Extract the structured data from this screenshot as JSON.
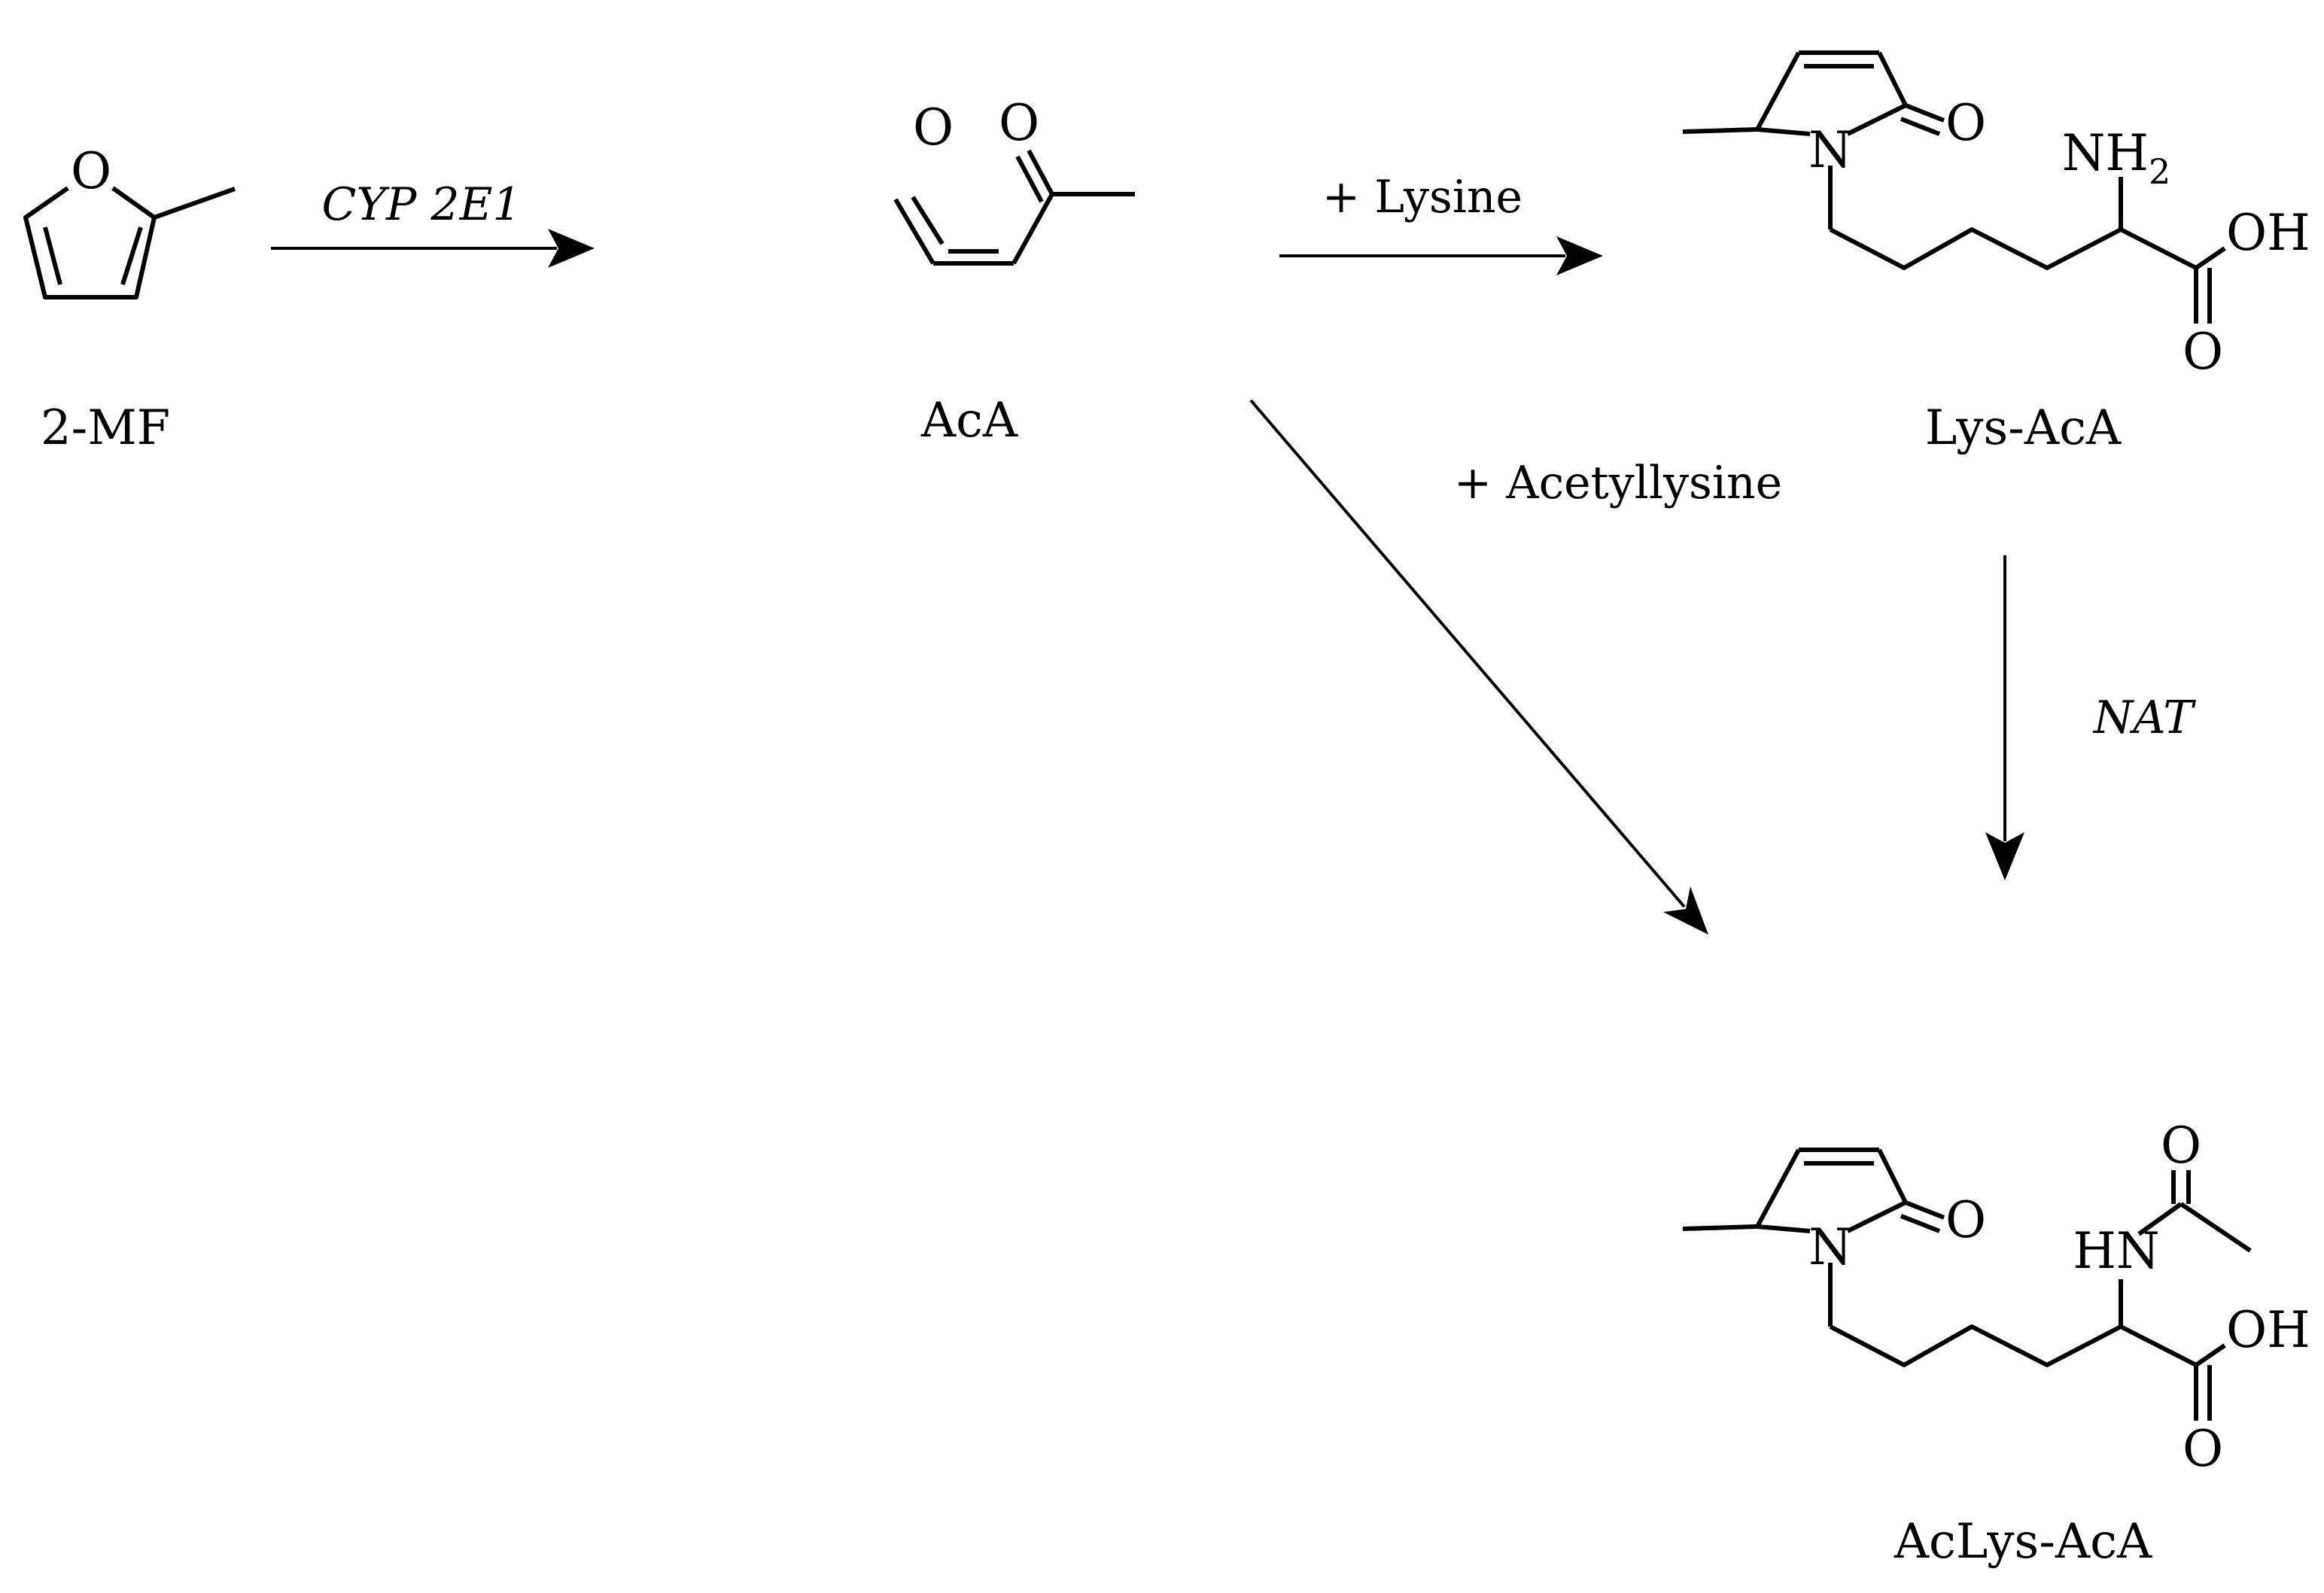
{
  "compounds": {
    "two_mf": {
      "name": "2-MF",
      "atoms": {
        "o": "O"
      }
    },
    "aca": {
      "name": "AcA",
      "atoms": {
        "o1": "O",
        "o2": "O"
      }
    },
    "lys_aca": {
      "name": "Lys-AcA",
      "atoms": {
        "n": "N",
        "o": "O",
        "nh": "NH",
        "nh_sub": "2",
        "oh": "OH",
        "o_acid": "O"
      }
    },
    "aclys_aca": {
      "name": "AcLys-AcA",
      "atoms": {
        "n": "N",
        "o": "O",
        "hn": "HN",
        "o_acetyl": "O",
        "oh": "OH",
        "o_acid": "O"
      }
    }
  },
  "reactions": [
    {
      "id": "oxidation",
      "from": "2-MF",
      "to": "AcA",
      "enzyme": "CYP 2E1"
    },
    {
      "id": "lysine-addition",
      "from": "AcA",
      "to": "Lys-AcA",
      "reagent": "+ Lysine"
    },
    {
      "id": "acetyllysine-addition",
      "from": "AcA",
      "to": "AcLys-AcA",
      "reagent": "+ Acetyllysine"
    },
    {
      "id": "acetylation",
      "from": "Lys-AcA",
      "to": "AcLys-AcA",
      "enzyme": "NAT"
    }
  ]
}
